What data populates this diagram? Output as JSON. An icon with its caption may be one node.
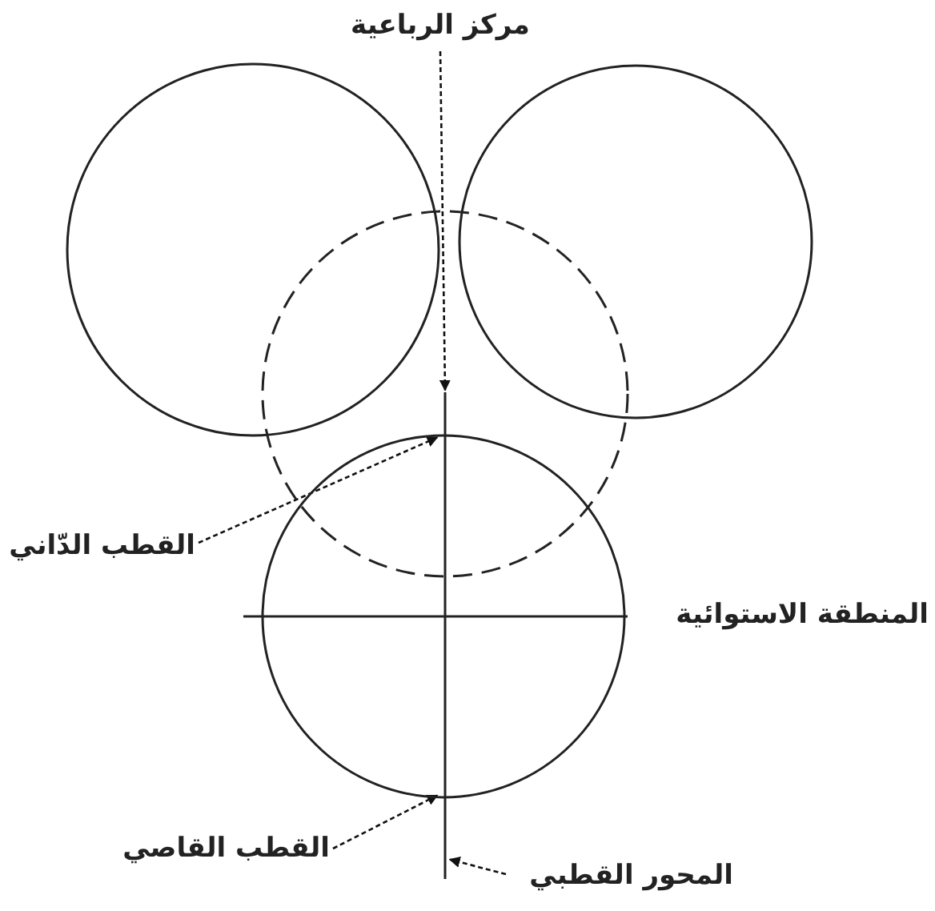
{
  "diagram": {
    "nodes": [
      {
        "text": [
          "مركز الرباعية"
        ]
      },
      {
        "text": [],
        "shape": "circle"
      },
      {
        "text": [],
        "shape": "circle"
      },
      {
        "text": [],
        "shape": "circle"
      },
      {
        "text": [],
        "shape": "circle"
      },
      {
        "text": [
          "القطب الدّاني"
        ]
      },
      {
        "text": [
          "القطب القاصي"
        ]
      },
      {
        "text": [
          "المحور القطبي"
        ]
      },
      {
        "text": [],
        "shape": "line"
      }
    ],
    "edges": [
      {
        "from": 0,
        "to": 3,
        "arrow": "to",
        "style": "dashed"
      },
      {
        "from": 5,
        "to": 4,
        "arrow": "to",
        "style": "dashed"
      },
      {
        "from": 6,
        "to": 4,
        "arrow": "to",
        "style": "dashed"
      },
      {
        "from": 7,
        "to": 8,
        "arrow": "to",
        "style": "dashed"
      }
    ],
    "labels": [
      "المنطقة الاستوائية"
    ]
  }
}
